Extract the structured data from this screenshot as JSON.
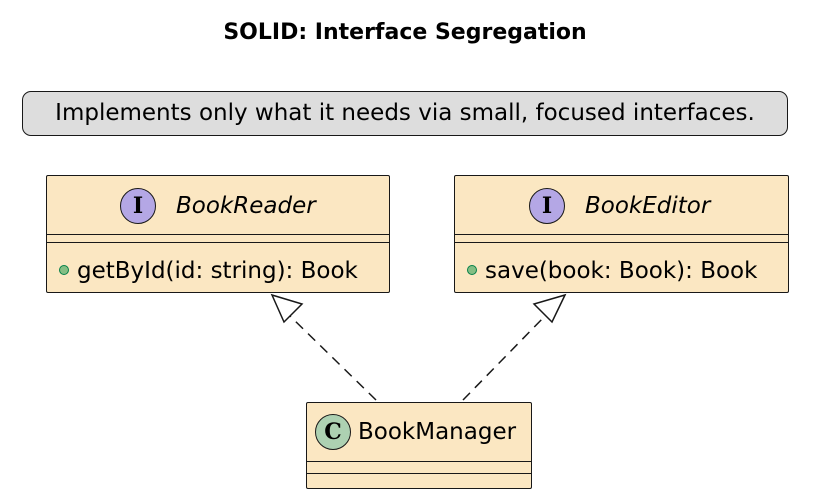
{
  "diagram": {
    "title": "SOLID: Interface Segregation",
    "note": "Implements only what it needs via small, focused interfaces.",
    "interfaces": [
      {
        "badge": "I",
        "name": "BookReader",
        "members": [
          "getById(id: string): Book"
        ]
      },
      {
        "badge": "I",
        "name": "BookEditor",
        "members": [
          "save(book: Book): Book"
        ]
      }
    ],
    "classes": [
      {
        "badge": "C",
        "name": "BookManager",
        "members": []
      }
    ],
    "relations": [
      {
        "type": "realization",
        "from": "BookManager",
        "to": "BookReader"
      },
      {
        "type": "realization",
        "from": "BookManager",
        "to": "BookEditor"
      }
    ],
    "colors": {
      "class_fill": "#fbe7c2",
      "note_fill": "#dddddd",
      "interface_badge": "#b4a7e5",
      "class_badge": "#add1b2",
      "public_member_dot": "#84be84",
      "stroke": "#181818"
    }
  }
}
